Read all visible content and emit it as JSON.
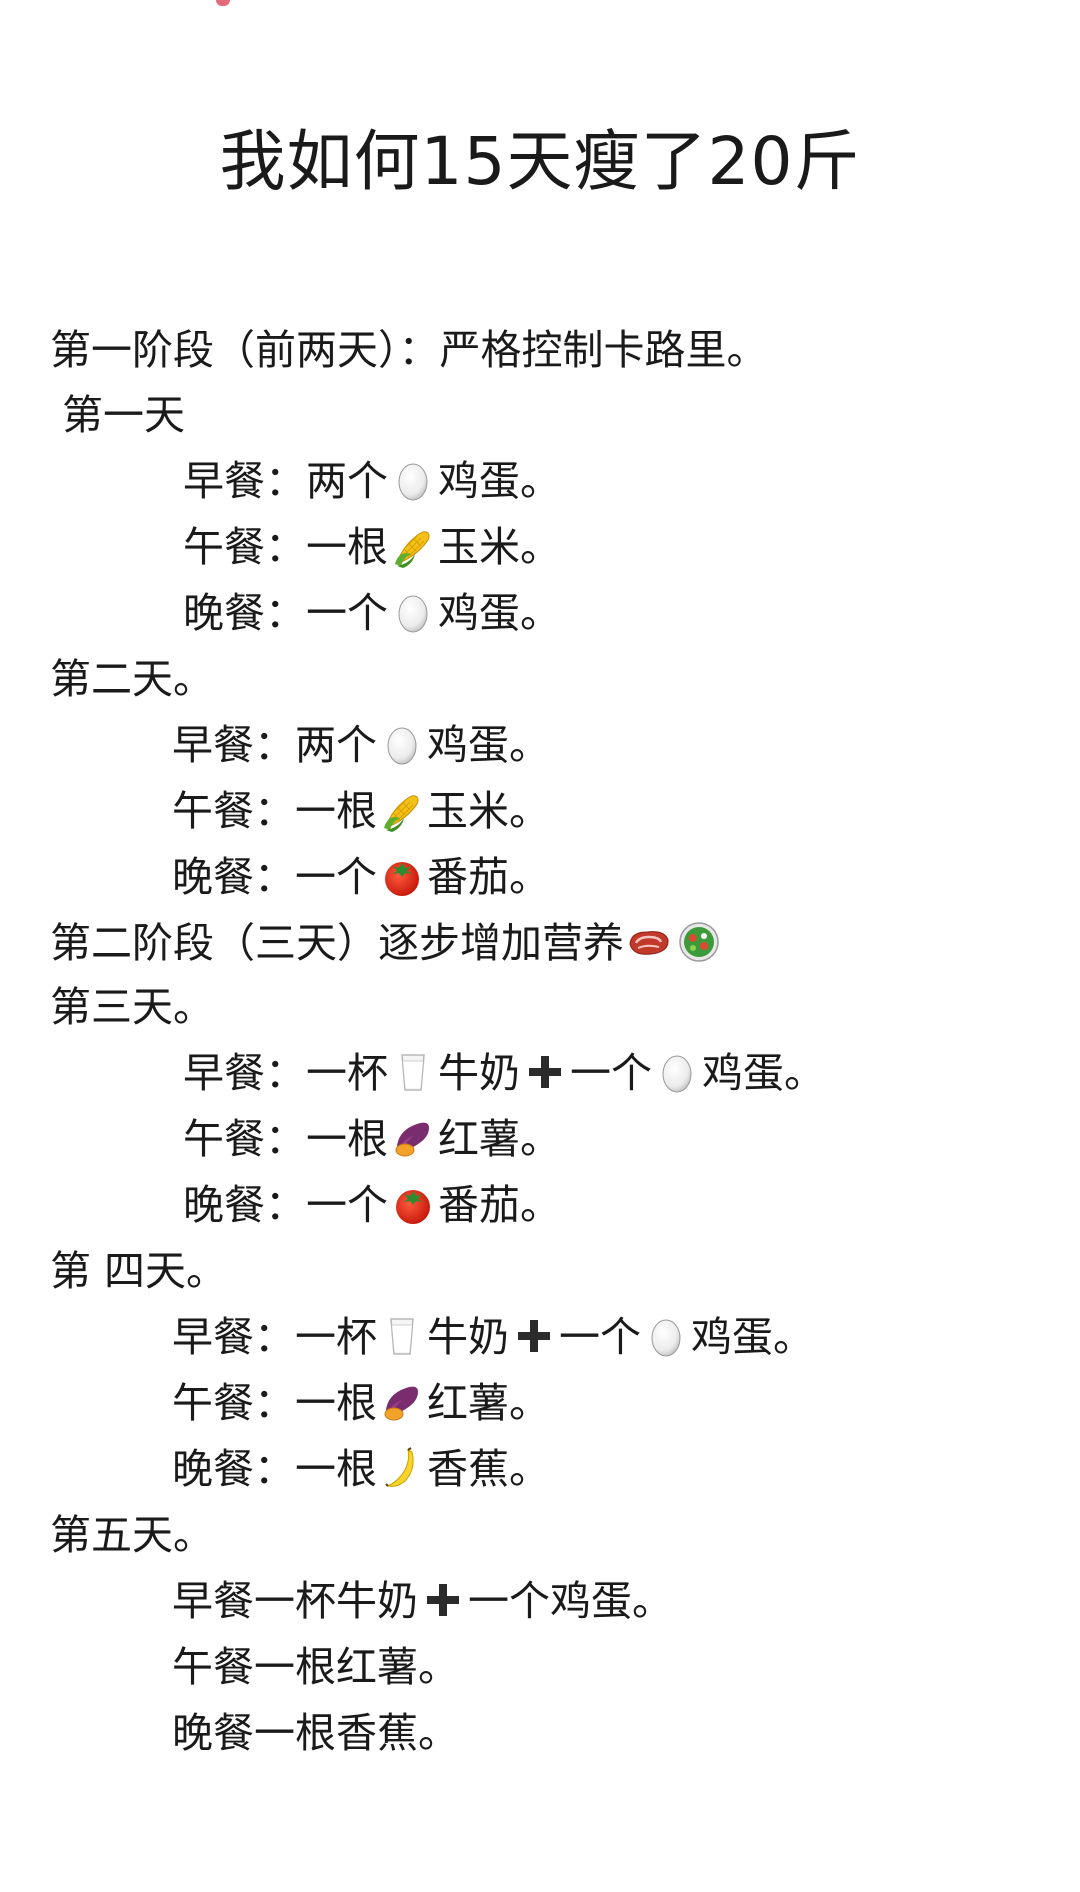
{
  "title": "我如何15天瘦了20斤",
  "phase1": {
    "heading": "第一阶段（前两天）：严格控制卡路里。"
  },
  "day1": {
    "label": "第一天",
    "breakfast": {
      "prefix": "早餐：两个",
      "suffix": "鸡蛋。",
      "icon": "egg-icon"
    },
    "lunch": {
      "prefix": "午餐：一根",
      "suffix": "玉米。",
      "icon": "corn-icon"
    },
    "dinner": {
      "prefix": "晚餐：一个",
      "suffix": "鸡蛋。",
      "icon": "egg-icon"
    }
  },
  "day2": {
    "label": "第二天。",
    "breakfast": {
      "prefix": "早餐：两个",
      "suffix": "鸡蛋。",
      "icon": "egg-icon"
    },
    "lunch": {
      "prefix": "午餐：一根",
      "suffix": "玉米。",
      "icon": "corn-icon"
    },
    "dinner": {
      "prefix": "晚餐：一个",
      "suffix": "番茄。",
      "icon": "tomato-icon"
    }
  },
  "phase2": {
    "heading": "第二阶段（三天）逐步增加营养",
    "icons": [
      "meat-icon",
      "salad-icon"
    ]
  },
  "day3": {
    "label": "第三天。",
    "breakfast": {
      "prefix": "早餐：一杯",
      "mid1": "牛奶",
      "mid2": "一个",
      "suffix": "鸡蛋。"
    },
    "lunch": {
      "prefix": "午餐：一根",
      "suffix": "红薯。",
      "icon": "sweet-potato-icon"
    },
    "dinner": {
      "prefix": "晚餐：一个",
      "suffix": "番茄。",
      "icon": "tomato-icon"
    }
  },
  "day4": {
    "label": "第 四天。",
    "breakfast": {
      "prefix": "早餐：一杯",
      "mid1": "牛奶",
      "mid2": "一个",
      "suffix": "鸡蛋。"
    },
    "lunch": {
      "prefix": "午餐：一根",
      "suffix": "红薯。",
      "icon": "sweet-potato-icon"
    },
    "dinner": {
      "prefix": "晚餐：一根",
      "suffix": "香蕉。",
      "icon": "banana-icon"
    }
  },
  "day5": {
    "label": "第五天。",
    "breakfast": {
      "prefix": "早餐一杯牛奶",
      "suffix": "一个鸡蛋。",
      "icon": "plus-icon"
    },
    "lunch": {
      "text": "午餐一根红薯。"
    },
    "dinner": {
      "text": "晚餐一根香蕉。"
    }
  },
  "colors": {
    "text": "#1a1a1a",
    "background": "#ffffff"
  }
}
